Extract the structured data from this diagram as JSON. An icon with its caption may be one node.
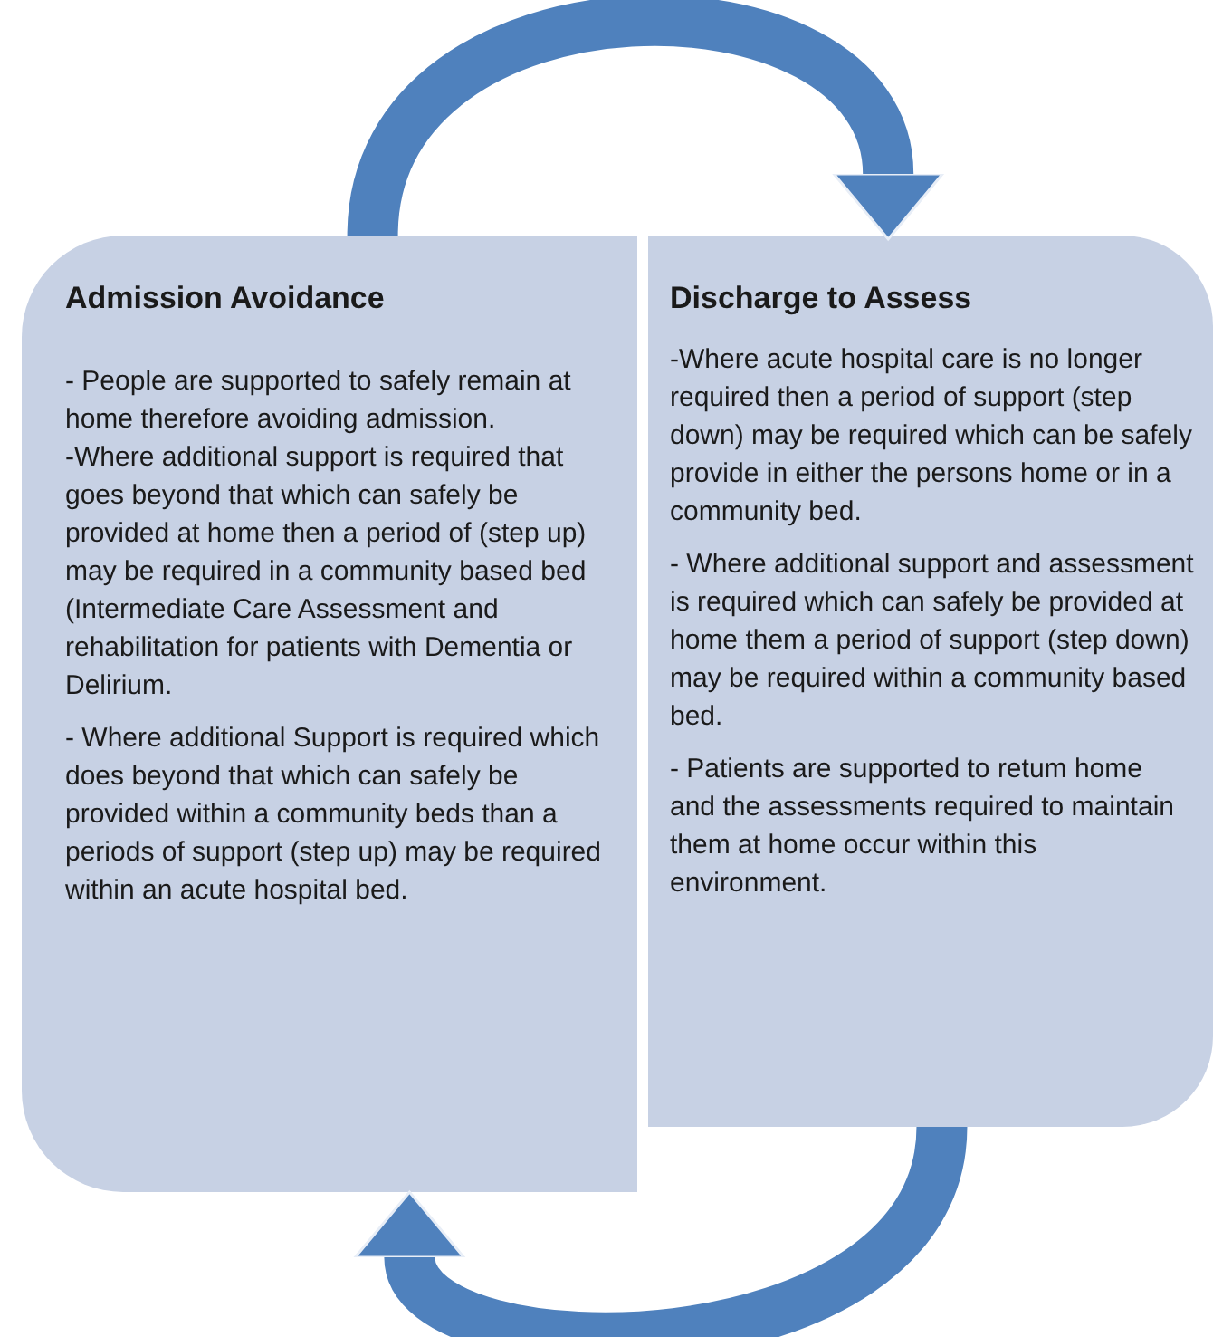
{
  "diagram": {
    "nodes": [
      {
        "text": [
          "Admission Avoidance",
          "- People are supported to safely remain at home therefore avoiding admission.",
          "-Where additional support is required that goes beyond that which can safely be provided at home then a period of (step up) may be required in a community based bed (Intermediate Care Assessment and rehabilitation for patients with Dementia or Delirium.",
          "- Where additional Support is required which does beyond that which can safely be provided within a community beds than a periods of support (step up) may be required within an acute hospital bed."
        ]
      },
      {
        "text": [
          "Discharge to Assess",
          "-Where acute hospital care is no longer required then a period of support (step down) may be required which can be safely provide in either the persons home or in a community bed.",
          "- Where additional support and assessment is required which can safely be provided at home them a period of support (step down) may be required within a community based bed.",
          "- Patients are supported to retum home and the assessments required to maintain them at home occur within this environment."
        ]
      }
    ],
    "edges": [
      {
        "from": 0,
        "to": 1,
        "arrow": "to"
      },
      {
        "from": 1,
        "to": 0,
        "arrow": "to"
      }
    ]
  }
}
